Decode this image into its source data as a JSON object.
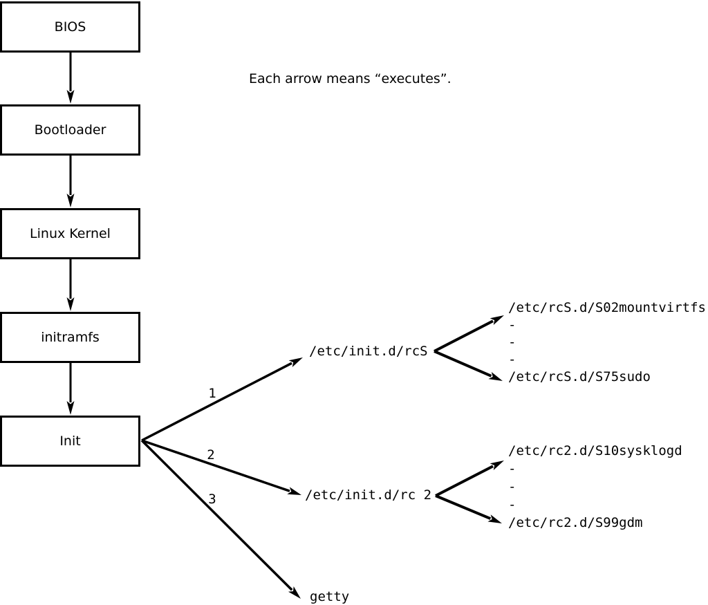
{
  "diagram": {
    "note": "Each arrow means “executes”.",
    "boot_chain": [
      {
        "label": "BIOS"
      },
      {
        "label": "Bootloader"
      },
      {
        "label": "Linux Kernel"
      },
      {
        "label": "initramfs"
      },
      {
        "label": "Init"
      }
    ],
    "branches": [
      {
        "order": "1",
        "target": "/etc/init.d/rcS",
        "scripts": [
          "/etc/rcS.d/S02mountvirtfs",
          "-",
          "-",
          "-",
          "/etc/rcS.d/S75sudo"
        ]
      },
      {
        "order": "2",
        "target": "/etc/init.d/rc 2",
        "scripts": [
          "/etc/rc2.d/S10sysklogd",
          "-",
          "-",
          "-",
          "/etc/rc2.d/S99gdm"
        ]
      },
      {
        "order": "3",
        "target": "getty",
        "scripts": []
      }
    ],
    "colors": {
      "ink": "#000000",
      "background": "#ffffff"
    }
  }
}
